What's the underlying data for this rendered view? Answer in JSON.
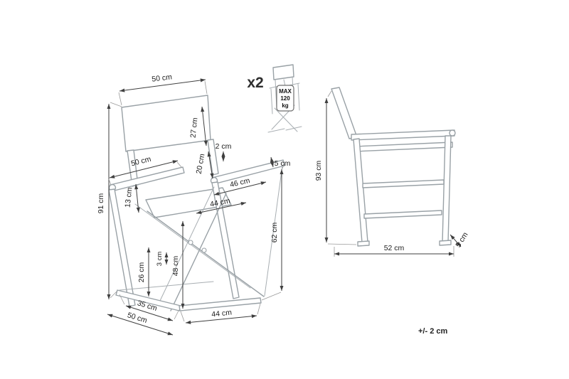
{
  "annotation": {
    "tolerance": "+/- 2 cm",
    "quantity": "x2"
  },
  "max_load_tag": {
    "line1": "MAX",
    "line2": "120",
    "line3": "kg"
  },
  "front_view": {
    "dims": {
      "backrest_width": "50 cm",
      "backrest_height": "27 cm",
      "overall_height": "91 cm",
      "armrest_length": "50 cm",
      "backrest_gap": "2 cm",
      "backrest_to_armrest": "20 cm",
      "armrest_width": "5 cm",
      "inner_width": "46 cm",
      "seat_width": "44 cm",
      "armrest_to_seat": "13 cm",
      "armrest_height": "62 cm",
      "seat_height": "48 cm",
      "frame_thickness": "3 cm",
      "lower_frame_height": "26 cm",
      "foot_spacing": "35 cm",
      "side_depth": "50 cm",
      "front_width": "44 cm"
    }
  },
  "side_view": {
    "dims": {
      "overall_height": "93 cm",
      "depth": "52 cm",
      "foot_width": "5 cm"
    }
  }
}
